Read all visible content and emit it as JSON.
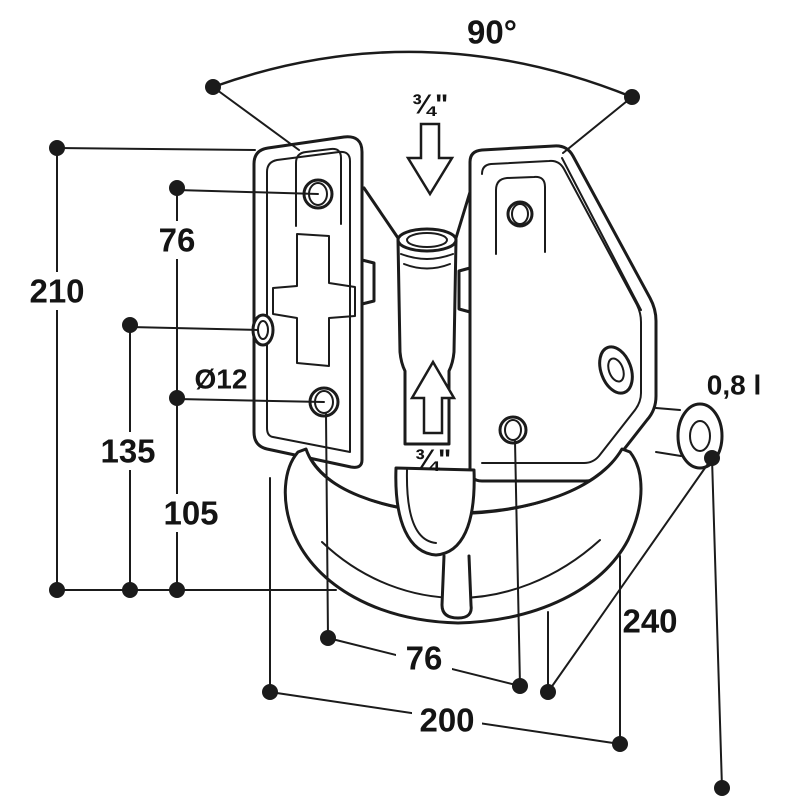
{
  "labels": {
    "angle_top": "90°",
    "inlet_top": "¾\"",
    "inlet_bottom": "¾\"",
    "dim_210": "210",
    "dim_76_left": "76",
    "dim_135": "135",
    "dim_105": "105",
    "dim_diameter": "Ø12",
    "capacity": "0,8 l",
    "dim_76_bottom": "76",
    "dim_200": "200",
    "dim_240": "240"
  },
  "colors": {
    "line": "#1b1b1b",
    "background": "#ffffff"
  }
}
